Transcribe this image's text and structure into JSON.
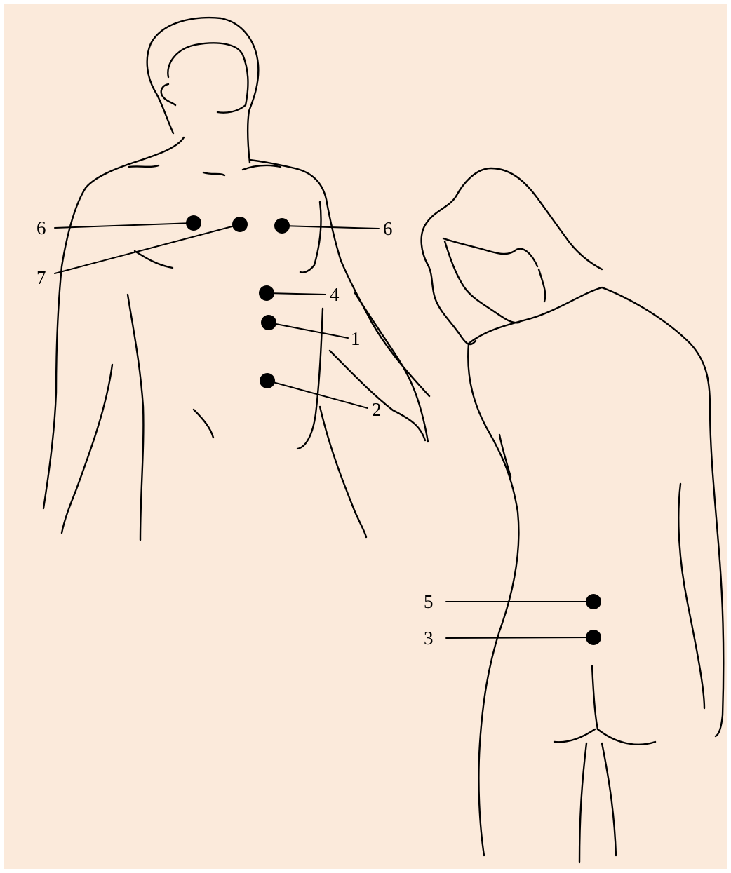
{
  "colors": {
    "paper": "#fbeadb",
    "ink": "#000000"
  },
  "labels": {
    "front_left_6": "6",
    "front_right_6": "6",
    "front_7": "7",
    "front_4": "4",
    "front_1": "1",
    "front_2": "2",
    "back_5": "5",
    "back_3": "3"
  }
}
